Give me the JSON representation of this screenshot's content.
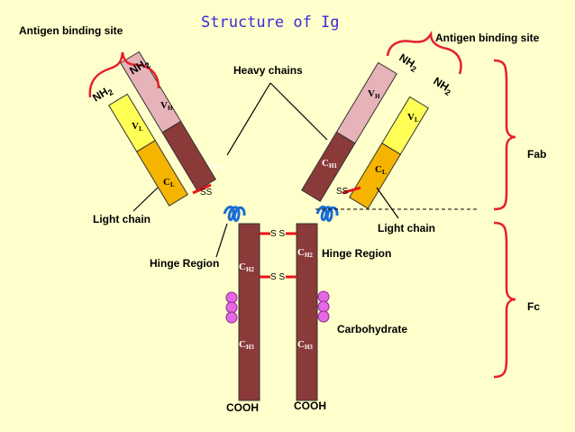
{
  "title": "Structure of Ig",
  "labels": {
    "antigen_left": "Antigen binding site",
    "antigen_right": "Antigen binding site",
    "heavy_chains": "Heavy chains",
    "light_chain_left": "Light chain",
    "light_chain_right": "Light chain",
    "hinge_left": "Hinge Region",
    "hinge_right": "Hinge Region",
    "carbohydrate": "Carbohydrate",
    "fab": "Fab",
    "fc": "Fc",
    "cooh_left": "COOH",
    "cooh_right": "COOH",
    "nh2": "NH",
    "nh2_sub": "2",
    "ss": "S S",
    "ss_tight": "SS"
  },
  "domains": {
    "vh_main": "V",
    "vh_sub": "H",
    "vl_main": "V",
    "vl_sub": "L",
    "cl_main": "C",
    "cl_sub": "L",
    "ch1_main": "C",
    "ch1_sub": "H1",
    "ch2_main": "C",
    "ch2_sub": "H2",
    "ch3_main": "C",
    "ch3_sub": "H3"
  },
  "colors": {
    "background": "#FFFFCC",
    "title": "#3A2BD6",
    "heavy_constant": "#8B3A3A",
    "heavy_variable": "#E6B3B8",
    "light_variable": "#FFFF55",
    "light_constant": "#F5B400",
    "disulfide": "#E8141C",
    "hinge": "#1A6DD4",
    "carbohydrate": "#E667E6",
    "bracket": "#E4202A"
  }
}
